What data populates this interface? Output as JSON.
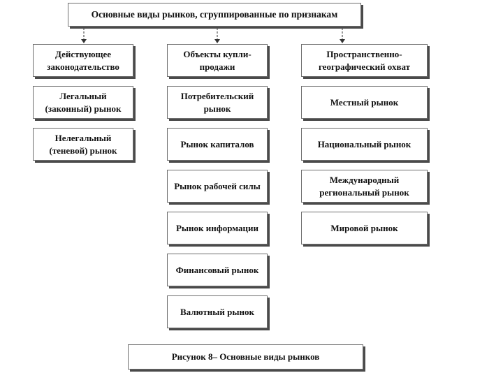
{
  "title": "Основные виды рынков, сгруппированные по признакам",
  "columns": [
    {
      "header": "Действующее законодательство",
      "items": [
        "Легальный (законный) рынок",
        "Нелегальный (теневой) рынок"
      ]
    },
    {
      "header": "Объекты купли-продажи",
      "items": [
        "Потребительский рынок",
        "Рынок капиталов",
        "Рынок рабочей силы",
        "Рынок информации",
        "Финансовый рынок",
        "Валютный рынок"
      ]
    },
    {
      "header": "Пространственно-географический охват",
      "items": [
        "Местный рынок",
        "Национальный рынок",
        "Международный региональный рынок",
        "Мировой рынок"
      ]
    }
  ],
  "caption": "Рисунок 8– Основные виды рынков",
  "colors": {
    "border": "#6e6e6e",
    "shadow": "#4a4a4a",
    "text": "#111111",
    "line": "#333333"
  }
}
